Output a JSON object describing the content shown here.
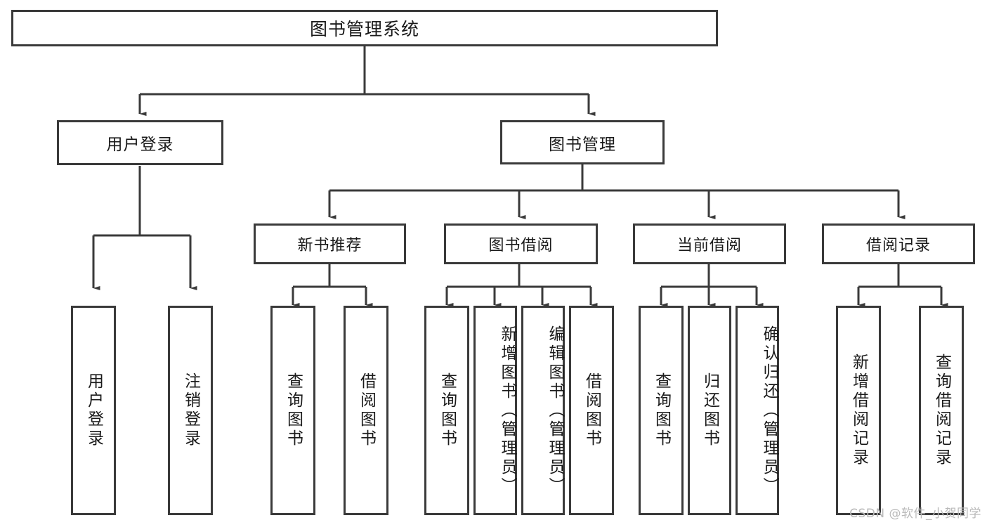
{
  "diagram": {
    "title": "图书管理系统",
    "type": "hierarchy-tree",
    "root": {
      "id": "root",
      "label": "图书管理系统"
    },
    "level2": [
      {
        "id": "user-login",
        "label": "用户登录"
      },
      {
        "id": "book-management",
        "label": "图书管理"
      }
    ],
    "level3": [
      {
        "id": "new-book-recommend",
        "label": "新书推荐"
      },
      {
        "id": "book-borrow",
        "label": "图书借阅"
      },
      {
        "id": "current-borrow",
        "label": "当前借阅"
      },
      {
        "id": "borrow-record",
        "label": "借阅记录"
      }
    ],
    "leaves": {
      "user_login": [
        {
          "id": "leaf-user-login",
          "label": "用户登录"
        },
        {
          "id": "leaf-logout-login",
          "label": "注销登录"
        }
      ],
      "new_book_recommend": [
        {
          "id": "leaf-query-book-1",
          "label": "查询图书"
        },
        {
          "id": "leaf-borrow-book-1",
          "label": "借阅图书"
        }
      ],
      "book_borrow": [
        {
          "id": "leaf-query-book-2",
          "label": "查询图书"
        },
        {
          "id": "leaf-add-book",
          "label": "新增图书（管理员）"
        },
        {
          "id": "leaf-edit-book",
          "label": "编辑图书（管理员）"
        },
        {
          "id": "leaf-borrow-book-2",
          "label": "借阅图书"
        }
      ],
      "current_borrow": [
        {
          "id": "leaf-query-book-3",
          "label": "查询图书"
        },
        {
          "id": "leaf-return-book",
          "label": "归还图书"
        },
        {
          "id": "leaf-confirm-return",
          "label": "确认归还（管理员）"
        }
      ],
      "borrow_record": [
        {
          "id": "leaf-add-record",
          "label": "新增借阅记录"
        },
        {
          "id": "leaf-query-record",
          "label": "查询借阅记录"
        }
      ]
    }
  },
  "watermark": {
    "text": "CSDN @软件_小贺同学"
  },
  "colors": {
    "border": "#3a3a3a",
    "background": "#ffffff",
    "text": "#1a1a1a",
    "watermark": "#b9b9b9"
  }
}
